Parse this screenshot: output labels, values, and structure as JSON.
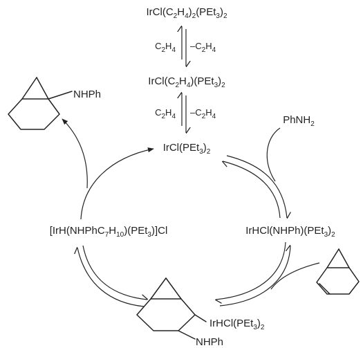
{
  "species": {
    "ir_bis_ethylene": [
      {
        "t": "IrCl(C"
      },
      {
        "t": "2",
        "s": 1
      },
      {
        "t": "H"
      },
      {
        "t": "4",
        "s": 1
      },
      {
        "t": ")"
      },
      {
        "t": "2",
        "s": 1
      },
      {
        "t": "(PEt"
      },
      {
        "t": "3",
        "s": 1
      },
      {
        "t": ")"
      },
      {
        "t": "2",
        "s": 1
      }
    ],
    "ir_mono_ethylene": [
      {
        "t": "IrCl(C"
      },
      {
        "t": "2",
        "s": 1
      },
      {
        "t": "H"
      },
      {
        "t": "4",
        "s": 1
      },
      {
        "t": ")(PEt"
      },
      {
        "t": "3",
        "s": 1
      },
      {
        "t": ")"
      },
      {
        "t": "2",
        "s": 1
      }
    ],
    "ir_cl_pet3": [
      {
        "t": "IrCl(PEt"
      },
      {
        "t": "3",
        "s": 1
      },
      {
        "t": ")"
      },
      {
        "t": "2",
        "s": 1
      }
    ],
    "ir_hcl_nhph": [
      {
        "t": "IrHCl(NHPh)(PEt"
      },
      {
        "t": "3",
        "s": 1
      },
      {
        "t": ")"
      },
      {
        "t": "2",
        "s": 1
      }
    ],
    "ir_h_complex": [
      {
        "t": "[IrH(NHPhC"
      },
      {
        "t": "7",
        "s": 1
      },
      {
        "t": "H"
      },
      {
        "t": "10",
        "s": 1
      },
      {
        "t": ")(PEt"
      },
      {
        "t": "3",
        "s": 1
      },
      {
        "t": ")]Cl"
      }
    ],
    "ir_alkyl_label": [
      {
        "t": "IrHCl(PEt"
      },
      {
        "t": "3",
        "s": 1
      },
      {
        "t": ")"
      },
      {
        "t": "2",
        "s": 1
      }
    ],
    "aniline": [
      {
        "t": "PhNH"
      },
      {
        "t": "2",
        "s": 1
      }
    ]
  },
  "conditions": {
    "add_ethylene": [
      {
        "t": "C"
      },
      {
        "t": "2",
        "s": 1
      },
      {
        "t": "H"
      },
      {
        "t": "4",
        "s": 1
      }
    ],
    "lose_ethylene": [
      {
        "t": "–C"
      },
      {
        "t": "2",
        "s": 1
      },
      {
        "t": "H"
      },
      {
        "t": "4",
        "s": 1
      }
    ]
  },
  "labels": {
    "product_amine_group": "NHPh",
    "intermediate_amine_group": "NHPh"
  }
}
